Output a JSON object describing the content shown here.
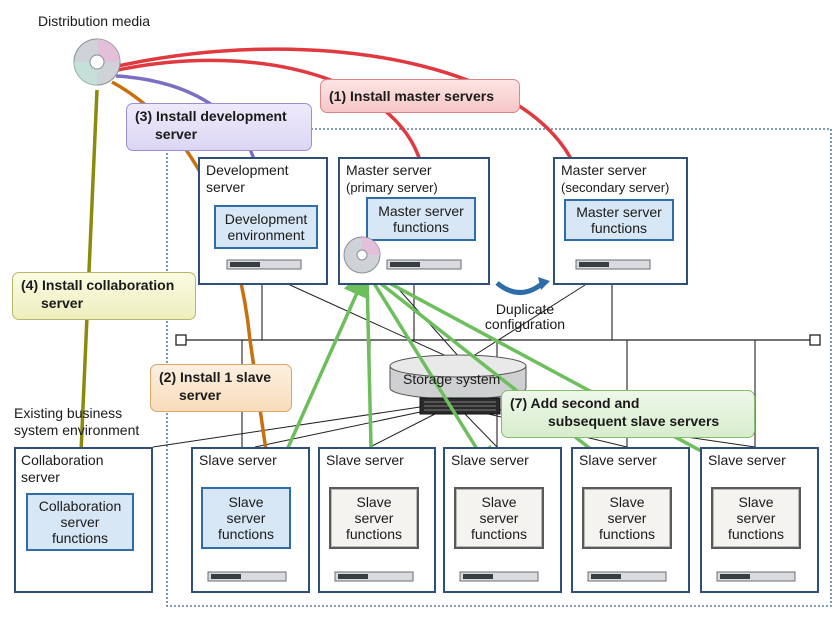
{
  "distribution_media": "Distribution media",
  "callouts": {
    "install_master": "(1) Install master servers",
    "install_slave": [
      "(2) Install 1 slave",
      "server"
    ],
    "install_dev": [
      "(3) Install development",
      "server"
    ],
    "install_collab": [
      "(4) Install collaboration",
      "server"
    ],
    "add_slaves": [
      "(7)    Add second and",
      "subsequent slave servers"
    ]
  },
  "development_server": {
    "title": [
      "Development",
      "server"
    ],
    "function": [
      "Development",
      "environment"
    ]
  },
  "master_primary": {
    "title": [
      "Master server",
      "(primary server)"
    ],
    "function": [
      "Master server",
      "functions"
    ]
  },
  "master_secondary": {
    "title": [
      "Master server",
      "(secondary server)"
    ],
    "function": [
      "Master server",
      "functions"
    ]
  },
  "duplicate_configuration": [
    "Duplicate",
    "configuration"
  ],
  "storage_system": "Storage system",
  "existing_env": [
    "Existing business",
    "system environment"
  ],
  "collaboration_server": {
    "title": [
      "Collaboration",
      "server"
    ],
    "function": [
      "Collaboration",
      "server",
      "functions"
    ]
  },
  "slave_servers": [
    {
      "title": "Slave server",
      "function": [
        "Slave",
        "server",
        "functions"
      ]
    },
    {
      "title": "Slave server",
      "function": [
        "Slave",
        "server",
        "functions"
      ]
    },
    {
      "title": "Slave server",
      "function": [
        "Slave",
        "server",
        "functions"
      ]
    },
    {
      "title": "Slave server",
      "function": [
        "Slave",
        "server",
        "functions"
      ]
    },
    {
      "title": "Slave server",
      "function": [
        "Slave",
        "server",
        "functions"
      ]
    }
  ],
  "colors": {
    "red_arrow": "#e0393f",
    "purple_arrow": "#7b6fc4",
    "orange_arrow": "#c9700e",
    "olive_arrow": "#8c8a0c",
    "green_arrow": "#6cbf5c",
    "node_border": "#2e4f7a"
  }
}
